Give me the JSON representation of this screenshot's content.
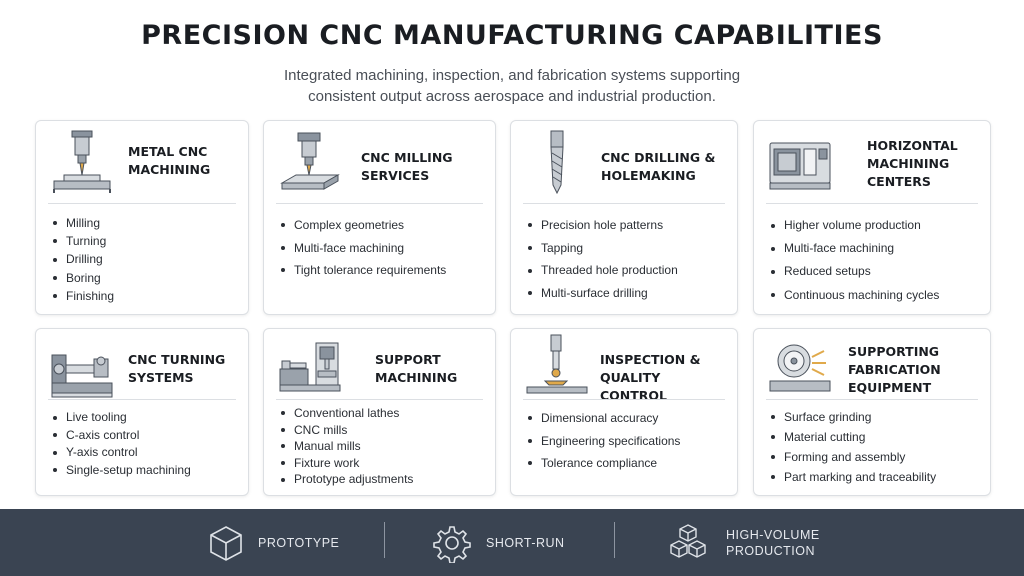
{
  "header": {
    "title": "PRECISION CNC MANUFACTURING CAPABILITIES",
    "subtitle": "Integrated machining, inspection, and fabrication systems supporting consistent output across aerospace and industrial production."
  },
  "cards": [
    {
      "title": "METAL CNC MACHINING",
      "icon": "cnc-spindle-icon",
      "items": [
        "Milling",
        "Turning",
        "Drilling",
        "Boring",
        "Finishing"
      ]
    },
    {
      "title": "CNC MILLING SERVICES",
      "icon": "milling-machine-icon",
      "items": [
        "Complex geometries",
        "Multi-face machining",
        "Tight tolerance requirements"
      ]
    },
    {
      "title": "CNC DRILLING & HOLEMAKING",
      "icon": "drill-bit-icon",
      "items": [
        "Precision hole patterns",
        "Tapping",
        "Threaded hole production",
        "Multi-surface drilling"
      ]
    },
    {
      "title": "HORIZONTAL MACHINING CENTERS",
      "icon": "machining-center-icon",
      "items": [
        "Higher volume production",
        "Multi-face machining",
        "Reduced setups",
        "Continuous machining cycles"
      ]
    },
    {
      "title": "CNC TURNING SYSTEMS",
      "icon": "lathe-icon",
      "items": [
        "Live tooling",
        "C-axis control",
        "Y-axis control",
        "Single-setup machining"
      ]
    },
    {
      "title": "SUPPORT MACHINING",
      "icon": "manual-machines-icon",
      "items": [
        "Conventional lathes",
        "CNC mills",
        "Manual mills",
        "Fixture work",
        "Prototype adjustments"
      ]
    },
    {
      "title": "INSPECTION & QUALITY CONTROL",
      "icon": "inspection-probe-icon",
      "items": [
        "Dimensional accuracy",
        "Engineering specifications",
        "Tolerance compliance"
      ]
    },
    {
      "title": "SUPPORTING FABRICATION EQUIPMENT",
      "icon": "grinder-icon",
      "items": [
        "Surface grinding",
        "Material cutting",
        "Forming and assembly",
        "Part marking and traceability"
      ]
    }
  ],
  "footer": {
    "items": [
      {
        "label": "PROTOTYPE",
        "icon": "cube-icon"
      },
      {
        "label": "SHORT-RUN",
        "icon": "gear-icon"
      },
      {
        "label": "HIGH-VOLUME PRODUCTION",
        "icon": "stacked-cubes-icon"
      }
    ]
  },
  "colors": {
    "footer_bg": "#3a4452",
    "card_border": "#dcdfe3",
    "text": "#1f2329"
  }
}
